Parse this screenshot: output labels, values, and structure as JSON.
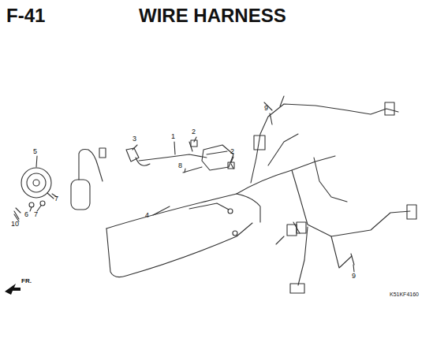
{
  "diagram": {
    "title": "WIRE HARNESS",
    "labels": [
      "F-41",
      "9",
      "2",
      "3",
      "1",
      "2",
      "5",
      "8",
      "4",
      "7",
      "10",
      "6",
      "7",
      "9",
      "FR.",
      "K51KF4160"
    ]
  }
}
